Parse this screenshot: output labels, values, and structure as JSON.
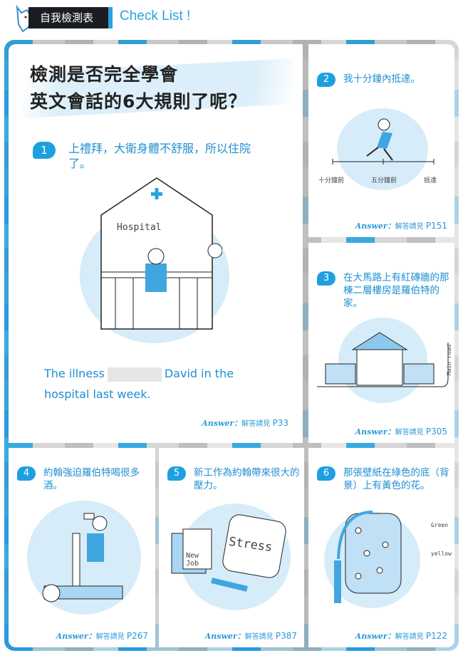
{
  "header": {
    "tag": "自我檢測表",
    "title_en": "Check List !"
  },
  "main_title": {
    "line1": "檢測是否完全學會",
    "line2": "英文會話的6大規則了呢？"
  },
  "answer_label": "Answer：",
  "answer_prefix": "解答請見",
  "questions": [
    {
      "num": "1",
      "text": "上禮拜，大衛身體不舒服，所以住院了。",
      "sentence_before": "The illness",
      "sentence_after": "David in the hospital last week.",
      "answer_page": "P33",
      "illustration_labels": [
        "Hospital"
      ]
    },
    {
      "num": "2",
      "text": "我十分鐘內抵達。",
      "answer_page": "P151",
      "illustration_labels": [
        "十分鐘前",
        "五分鐘前",
        "抵達"
      ]
    },
    {
      "num": "3",
      "text": "在大馬路上有紅磚牆的那棟二層樓房是羅伯特的家。",
      "answer_page": "P305",
      "illustration_labels": [
        "Main road"
      ]
    },
    {
      "num": "4",
      "text": "約翰強迫羅伯特喝很多酒。",
      "answer_page": "P267"
    },
    {
      "num": "5",
      "text": "新工作為約翰帶來很大的壓力。",
      "answer_page": "P387",
      "illustration_labels": [
        "Stress",
        "New Job"
      ]
    },
    {
      "num": "6",
      "text": "那張壁紙在綠色的底（背景）上有黃色的花。",
      "answer_page": "P122",
      "illustration_labels": [
        "Green",
        "yellow"
      ]
    }
  ],
  "colors": {
    "accent": "#1ea0e0",
    "dark": "#1a1d22",
    "circle": "#d6ecf9"
  }
}
